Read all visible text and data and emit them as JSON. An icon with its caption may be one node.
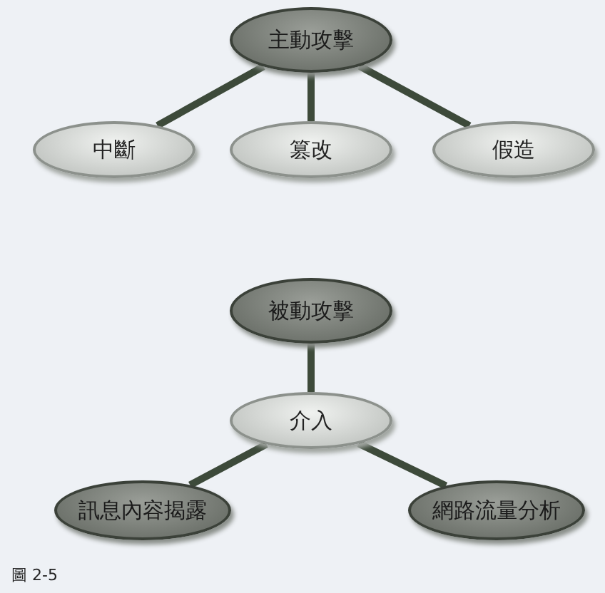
{
  "diagram": {
    "caption": "圖 2-5",
    "nodes": [
      {
        "text": [
          "主動攻擊"
        ]
      },
      {
        "text": [
          "中斷"
        ]
      },
      {
        "text": [
          "篡改"
        ]
      },
      {
        "text": [
          "假造"
        ]
      },
      {
        "text": [
          "被動攻擊"
        ]
      },
      {
        "text": [
          "介入"
        ]
      },
      {
        "text": [
          "訊息內容揭露"
        ]
      },
      {
        "text": [
          "網路流量分析"
        ]
      }
    ],
    "edges": [
      {
        "from": 0,
        "to": 1,
        "arrow": "none"
      },
      {
        "from": 0,
        "to": 2,
        "arrow": "none"
      },
      {
        "from": 0,
        "to": 3,
        "arrow": "none"
      },
      {
        "from": 4,
        "to": 5,
        "arrow": "none"
      },
      {
        "from": 5,
        "to": 6,
        "arrow": "none"
      },
      {
        "from": 5,
        "to": 7,
        "arrow": "none"
      }
    ]
  }
}
